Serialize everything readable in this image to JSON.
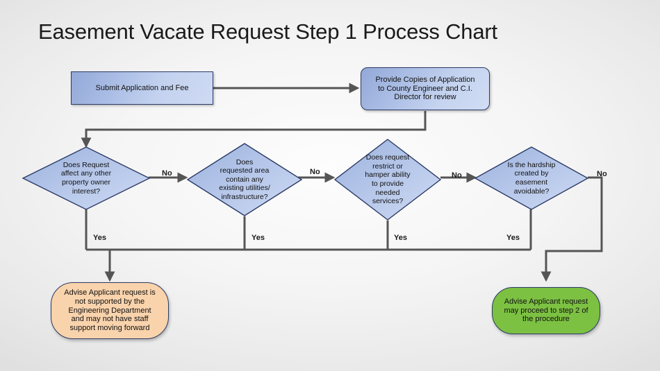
{
  "title": "Easement Vacate Request Step 1 Process Chart",
  "colors": {
    "process_fill_dark": "#94a9d8",
    "process_fill_light": "#cfdaf3",
    "shape_border": "#2b3a66",
    "decision_fill_dark": "#a0b4dd",
    "decision_fill_light": "#ccd9f2",
    "terminal_orange": "#f9d3ac",
    "terminal_green": "#7cc142",
    "connector": "#555555",
    "background": "#f2f2f2",
    "title_text": "#1a1a1a"
  },
  "chart_data": {
    "type": "flowchart",
    "title": "Easement Vacate Request Step 1 Process Chart",
    "orientation": "left-to-right with downward exits"
  },
  "nodes": {
    "start": {
      "id": "submit-application",
      "shape": "rectangle",
      "label": "Submit Application and Fee"
    },
    "provide_copies": {
      "id": "provide-copies",
      "shape": "rounded-rectangle",
      "label": "Provide Copies of Application\nto County Engineer and C.I.\nDirector for review"
    },
    "decision1": {
      "id": "decision-property-owner-interest",
      "shape": "diamond",
      "label": "Does Request\naffect any other\nproperty owner\ninterest?"
    },
    "decision2": {
      "id": "decision-existing-utilities",
      "shape": "diamond",
      "label": "Does\nrequested area\ncontain any\nexisting utilities/\ninfrastructure?"
    },
    "decision3": {
      "id": "decision-restrict-services",
      "shape": "diamond",
      "label": "Does request\nrestrict or\nhamper ability\nto provide\nneeded\nservices?"
    },
    "decision4": {
      "id": "decision-hardship-avoidable",
      "shape": "diamond",
      "label": "Is the hardship\ncreated by\neasement\navoidable?"
    },
    "end_not_supported": {
      "id": "terminal-not-supported",
      "shape": "rounded-terminal",
      "label": "Advise Applicant request is\nnot supported by the\nEngineering Department\nand may not have staff\nsupport moving forward"
    },
    "end_proceed": {
      "id": "terminal-proceed",
      "shape": "rounded-terminal",
      "label": "Advise Applicant request\nmay proceed to step 2 of\nthe procedure"
    }
  },
  "edge_labels": {
    "no1": "No",
    "no2": "No",
    "no3": "No",
    "no4": "No",
    "yes1": "Yes",
    "yes2": "Yes",
    "yes3": "Yes",
    "yes4": "Yes"
  }
}
